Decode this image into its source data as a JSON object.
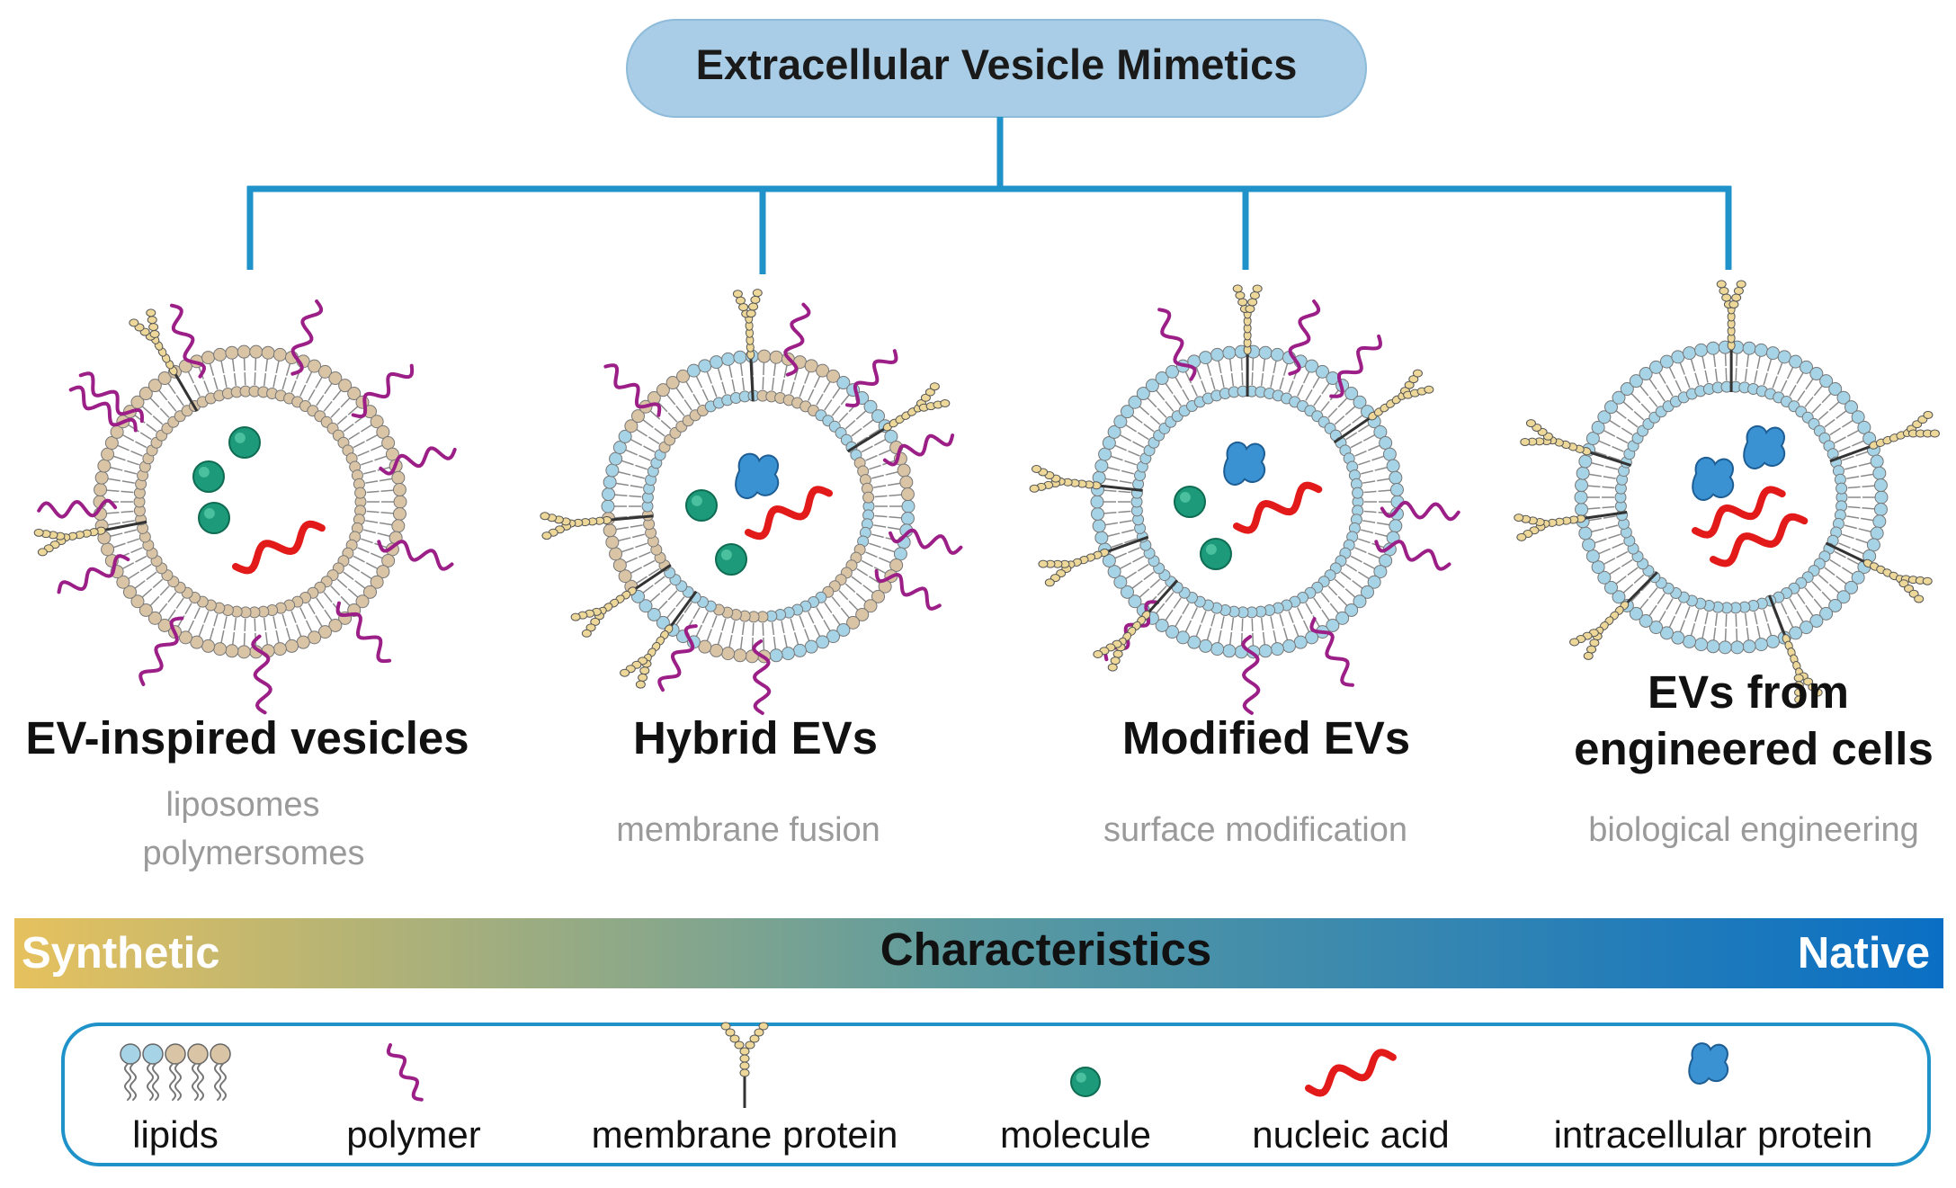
{
  "title": "Extracellular Vesicle Mimetics",
  "categories": [
    {
      "name_lines": [
        "EV-inspired vesicles"
      ],
      "examples": [
        "liposomes",
        "polymersomes"
      ]
    },
    {
      "name_lines": [
        "Hybrid EVs"
      ],
      "examples": [
        "membrane fusion"
      ]
    },
    {
      "name_lines": [
        "Modified EVs"
      ],
      "examples": [
        "surface modification"
      ]
    },
    {
      "name_lines": [
        "EVs from",
        "engineered cells"
      ],
      "examples": [
        "biological engineering"
      ]
    }
  ],
  "spectrum": {
    "left": "Synthetic",
    "center": "Characteristics",
    "right": "Native",
    "colors": [
      "#e6c15e",
      "#5b9aa0",
      "#0a6fc4"
    ]
  },
  "legend": [
    {
      "label": "lipids",
      "icon": "lipids-icon"
    },
    {
      "label": "polymer",
      "icon": "polymer-icon"
    },
    {
      "label": "membrane protein",
      "icon": "membrane-protein-icon"
    },
    {
      "label": "molecule",
      "icon": "molecule-icon"
    },
    {
      "label": "nucleic acid",
      "icon": "nucleic-acid-icon"
    },
    {
      "label": "intracellular protein",
      "icon": "intracellular-protein-icon"
    }
  ],
  "colors": {
    "connector": "#1f93c9",
    "title_fill": "#a9cde6",
    "synthetic_lipid": "#d9c4a6",
    "native_lipid": "#a6d3e6",
    "polymer": "#9b1f87",
    "molecule": "#1d9a7a",
    "nucleic_acid": "#e21a1a",
    "protein": "#3a92d3",
    "membrane_protein": "#edd89a"
  }
}
